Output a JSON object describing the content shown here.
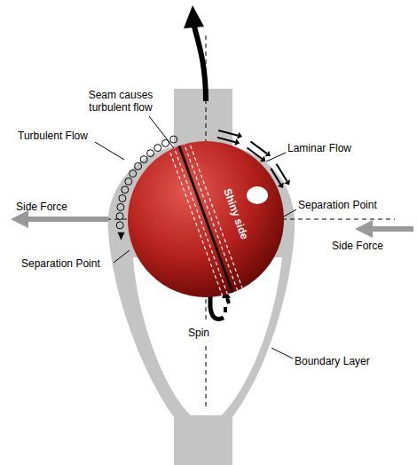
{
  "diagram": {
    "nodes": [
      {
        "text": [
          "Shiny side"
        ]
      }
    ],
    "labels": [
      "Seam causes turbulent flow",
      "Turbulent Flow",
      "Laminar Flow",
      "Separation Point",
      "Side Force",
      "Side Force",
      "Separation Point",
      "Spin",
      "Boundary Layer"
    ]
  }
}
